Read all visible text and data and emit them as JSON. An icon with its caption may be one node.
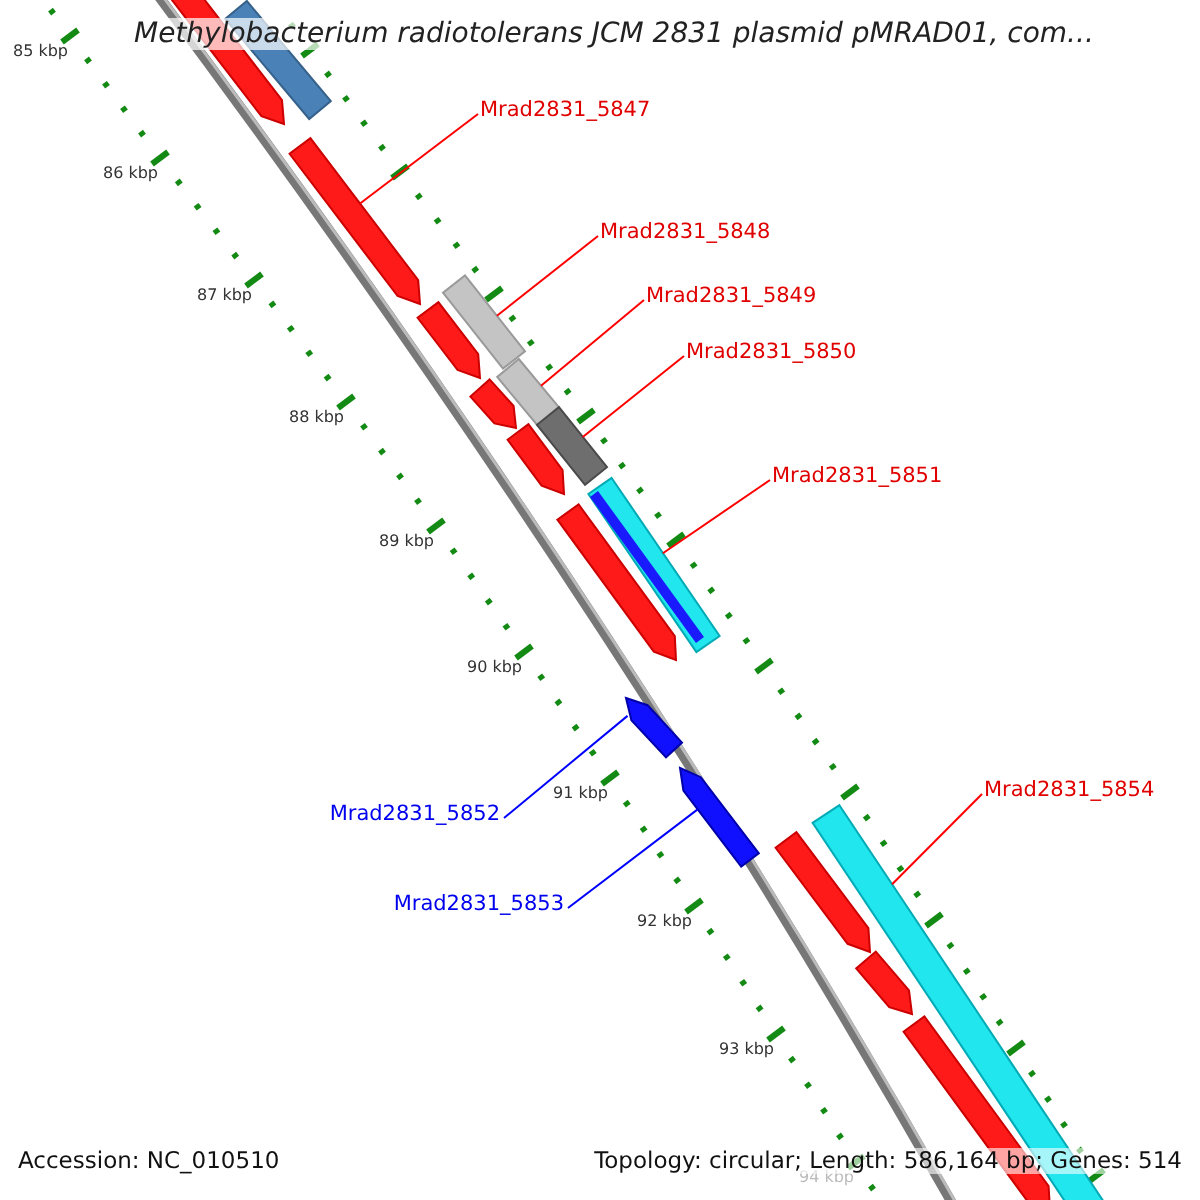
{
  "diagram": {
    "title": "Methylobacterium radiotolerans JCM 2831 plasmid pMRAD01, com...",
    "nodes": [
      {
        "text": [
          "Mrad2831_5847"
        ]
      },
      {
        "text": [
          "Mrad2831_5848"
        ]
      },
      {
        "text": [
          "Mrad2831_5849"
        ]
      },
      {
        "text": [
          "Mrad2831_5850"
        ]
      },
      {
        "text": [
          "Mrad2831_5851"
        ]
      },
      {
        "text": [
          "Mrad2831_5852"
        ]
      },
      {
        "text": [
          "Mrad2831_5853"
        ]
      },
      {
        "text": [
          "Mrad2831_5854"
        ]
      },
      {
        "text": [],
        "shape": "arrow"
      },
      {
        "text": [],
        "shape": "bar"
      },
      {
        "text": [],
        "shape": "arrow"
      },
      {
        "text": [],
        "shape": "bar"
      },
      {
        "text": [],
        "shape": "arrow"
      },
      {
        "text": [],
        "shape": "bar"
      },
      {
        "text": [],
        "shape": "arrow"
      },
      {
        "text": [],
        "shape": "bar"
      },
      {
        "text": [],
        "shape": "arrow"
      },
      {
        "text": [],
        "shape": "bar"
      },
      {
        "text": [],
        "shape": "arrow"
      },
      {
        "text": [],
        "shape": "arrow"
      },
      {
        "text": [],
        "shape": "arrow"
      },
      {
        "text": [],
        "shape": "bar"
      },
      {
        "text": [],
        "shape": "arrow"
      },
      {
        "text": [],
        "shape": "arrow"
      },
      {
        "text": [],
        "shape": "arrow"
      }
    ],
    "edges": [
      {
        "from": 0,
        "to": 10,
        "arrow": "none"
      },
      {
        "from": 1,
        "to": 11,
        "arrow": "none"
      },
      {
        "from": 2,
        "to": 13,
        "arrow": "none"
      },
      {
        "from": 3,
        "to": 15,
        "arrow": "none"
      },
      {
        "from": 4,
        "to": 17,
        "arrow": "none"
      },
      {
        "from": 5,
        "to": 19,
        "arrow": "none",
        "color": "#0000ff"
      },
      {
        "from": 6,
        "to": 20,
        "arrow": "none",
        "color": "#0000ff"
      },
      {
        "from": 7,
        "to": 21,
        "arrow": "none"
      }
    ],
    "labels": [
      "85 kbp",
      "86 kbp",
      "87 kbp",
      "88 kbp",
      "89 kbp",
      "90 kbp",
      "91 kbp",
      "92 kbp",
      "93 kbp",
      "94 kbp",
      "Accession: NC_010510",
      "Topology: circular; Length: 586,164 bp; Genes: 514"
    ]
  }
}
